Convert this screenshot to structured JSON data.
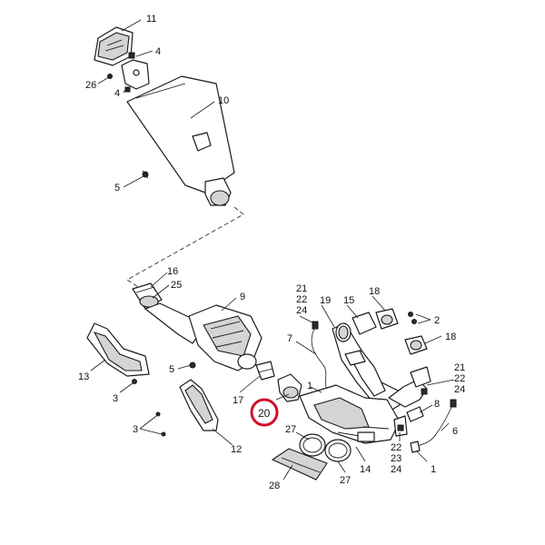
{
  "callouts": {
    "c11": "11",
    "c4a": "4",
    "c26": "26",
    "c4b": "4",
    "c10": "10",
    "c5a": "5",
    "c16": "16",
    "c25": "25",
    "c9": "9",
    "c21a": "21",
    "c22a": "22",
    "c24a": "24",
    "c19": "19",
    "c15": "15",
    "c18a": "18",
    "c2": "2",
    "c18b": "18",
    "c7": "7",
    "c13": "13",
    "c3a": "3",
    "c5b": "5",
    "c17": "17",
    "c1a": "1",
    "c20": "20",
    "c21b": "21",
    "c22b": "22",
    "c24b": "24",
    "c8": "8",
    "c6": "6",
    "c3b": "3",
    "c12": "12",
    "c27a": "27",
    "c22c": "22",
    "c23": "23",
    "c24c": "24",
    "c1b": "1",
    "c14": "14",
    "c28": "28",
    "c27b": "27"
  },
  "highlight": {
    "part_number": "20",
    "color": "#d0102a"
  },
  "colors": {
    "line": "#1a1a1a",
    "shade": "#d4d4d4",
    "highlight": "#d0102a"
  }
}
